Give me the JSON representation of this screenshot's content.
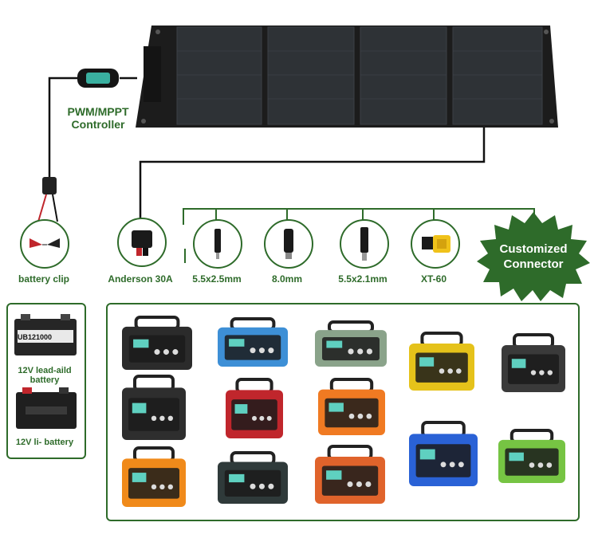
{
  "controller": {
    "label_line1": "PWM/MPPT",
    "label_line2": "Controller"
  },
  "battery_clip": {
    "label": "battery clip"
  },
  "connectors": [
    {
      "label": "Anderson 30A",
      "icon": "anderson-plug-icon"
    },
    {
      "label": "5.5x2.5mm",
      "icon": "dc-barrel-plug-icon"
    },
    {
      "label": "8.0mm",
      "icon": "dc-barrel-plug-icon"
    },
    {
      "label": "5.5x2.1mm",
      "icon": "dc-barrel-plug-icon"
    },
    {
      "label": "XT-60",
      "icon": "xt60-plug-icon"
    }
  ],
  "custom_badge": {
    "line1": "Customized",
    "line2": "Connector",
    "color": "#2e6b2a"
  },
  "batteries": [
    {
      "label": "12V lead-aild battery",
      "print": "UB121000"
    },
    {
      "label": "12V li- battery"
    }
  ],
  "power_stations": [
    {
      "icon": "power-station-icon",
      "color": "#2b2b2b"
    },
    {
      "icon": "power-station-icon",
      "color": "#3d8fd6"
    },
    {
      "icon": "power-station-icon",
      "color": "#8aa38a"
    },
    {
      "icon": "power-station-icon",
      "color": "#e5c21a"
    },
    {
      "icon": "power-station-icon",
      "color": "#3a3a3a"
    },
    {
      "icon": "power-station-icon",
      "color": "#2e2e2e"
    },
    {
      "icon": "power-station-icon",
      "color": "#c0262c"
    },
    {
      "icon": "power-station-icon",
      "color": "#f07a22"
    },
    {
      "icon": "power-station-icon",
      "color": "#2a62d6"
    },
    {
      "icon": "power-station-icon",
      "color": "#76c443"
    },
    {
      "icon": "power-station-icon",
      "color": "#f08a1a"
    },
    {
      "icon": "power-station-icon",
      "color": "#2f3a3a"
    },
    {
      "icon": "power-station-icon",
      "color": "#e0632b"
    }
  ],
  "colors": {
    "accent": "#2e6b2a",
    "panel": "#1f1f1f",
    "cell": "#2c2f33"
  }
}
